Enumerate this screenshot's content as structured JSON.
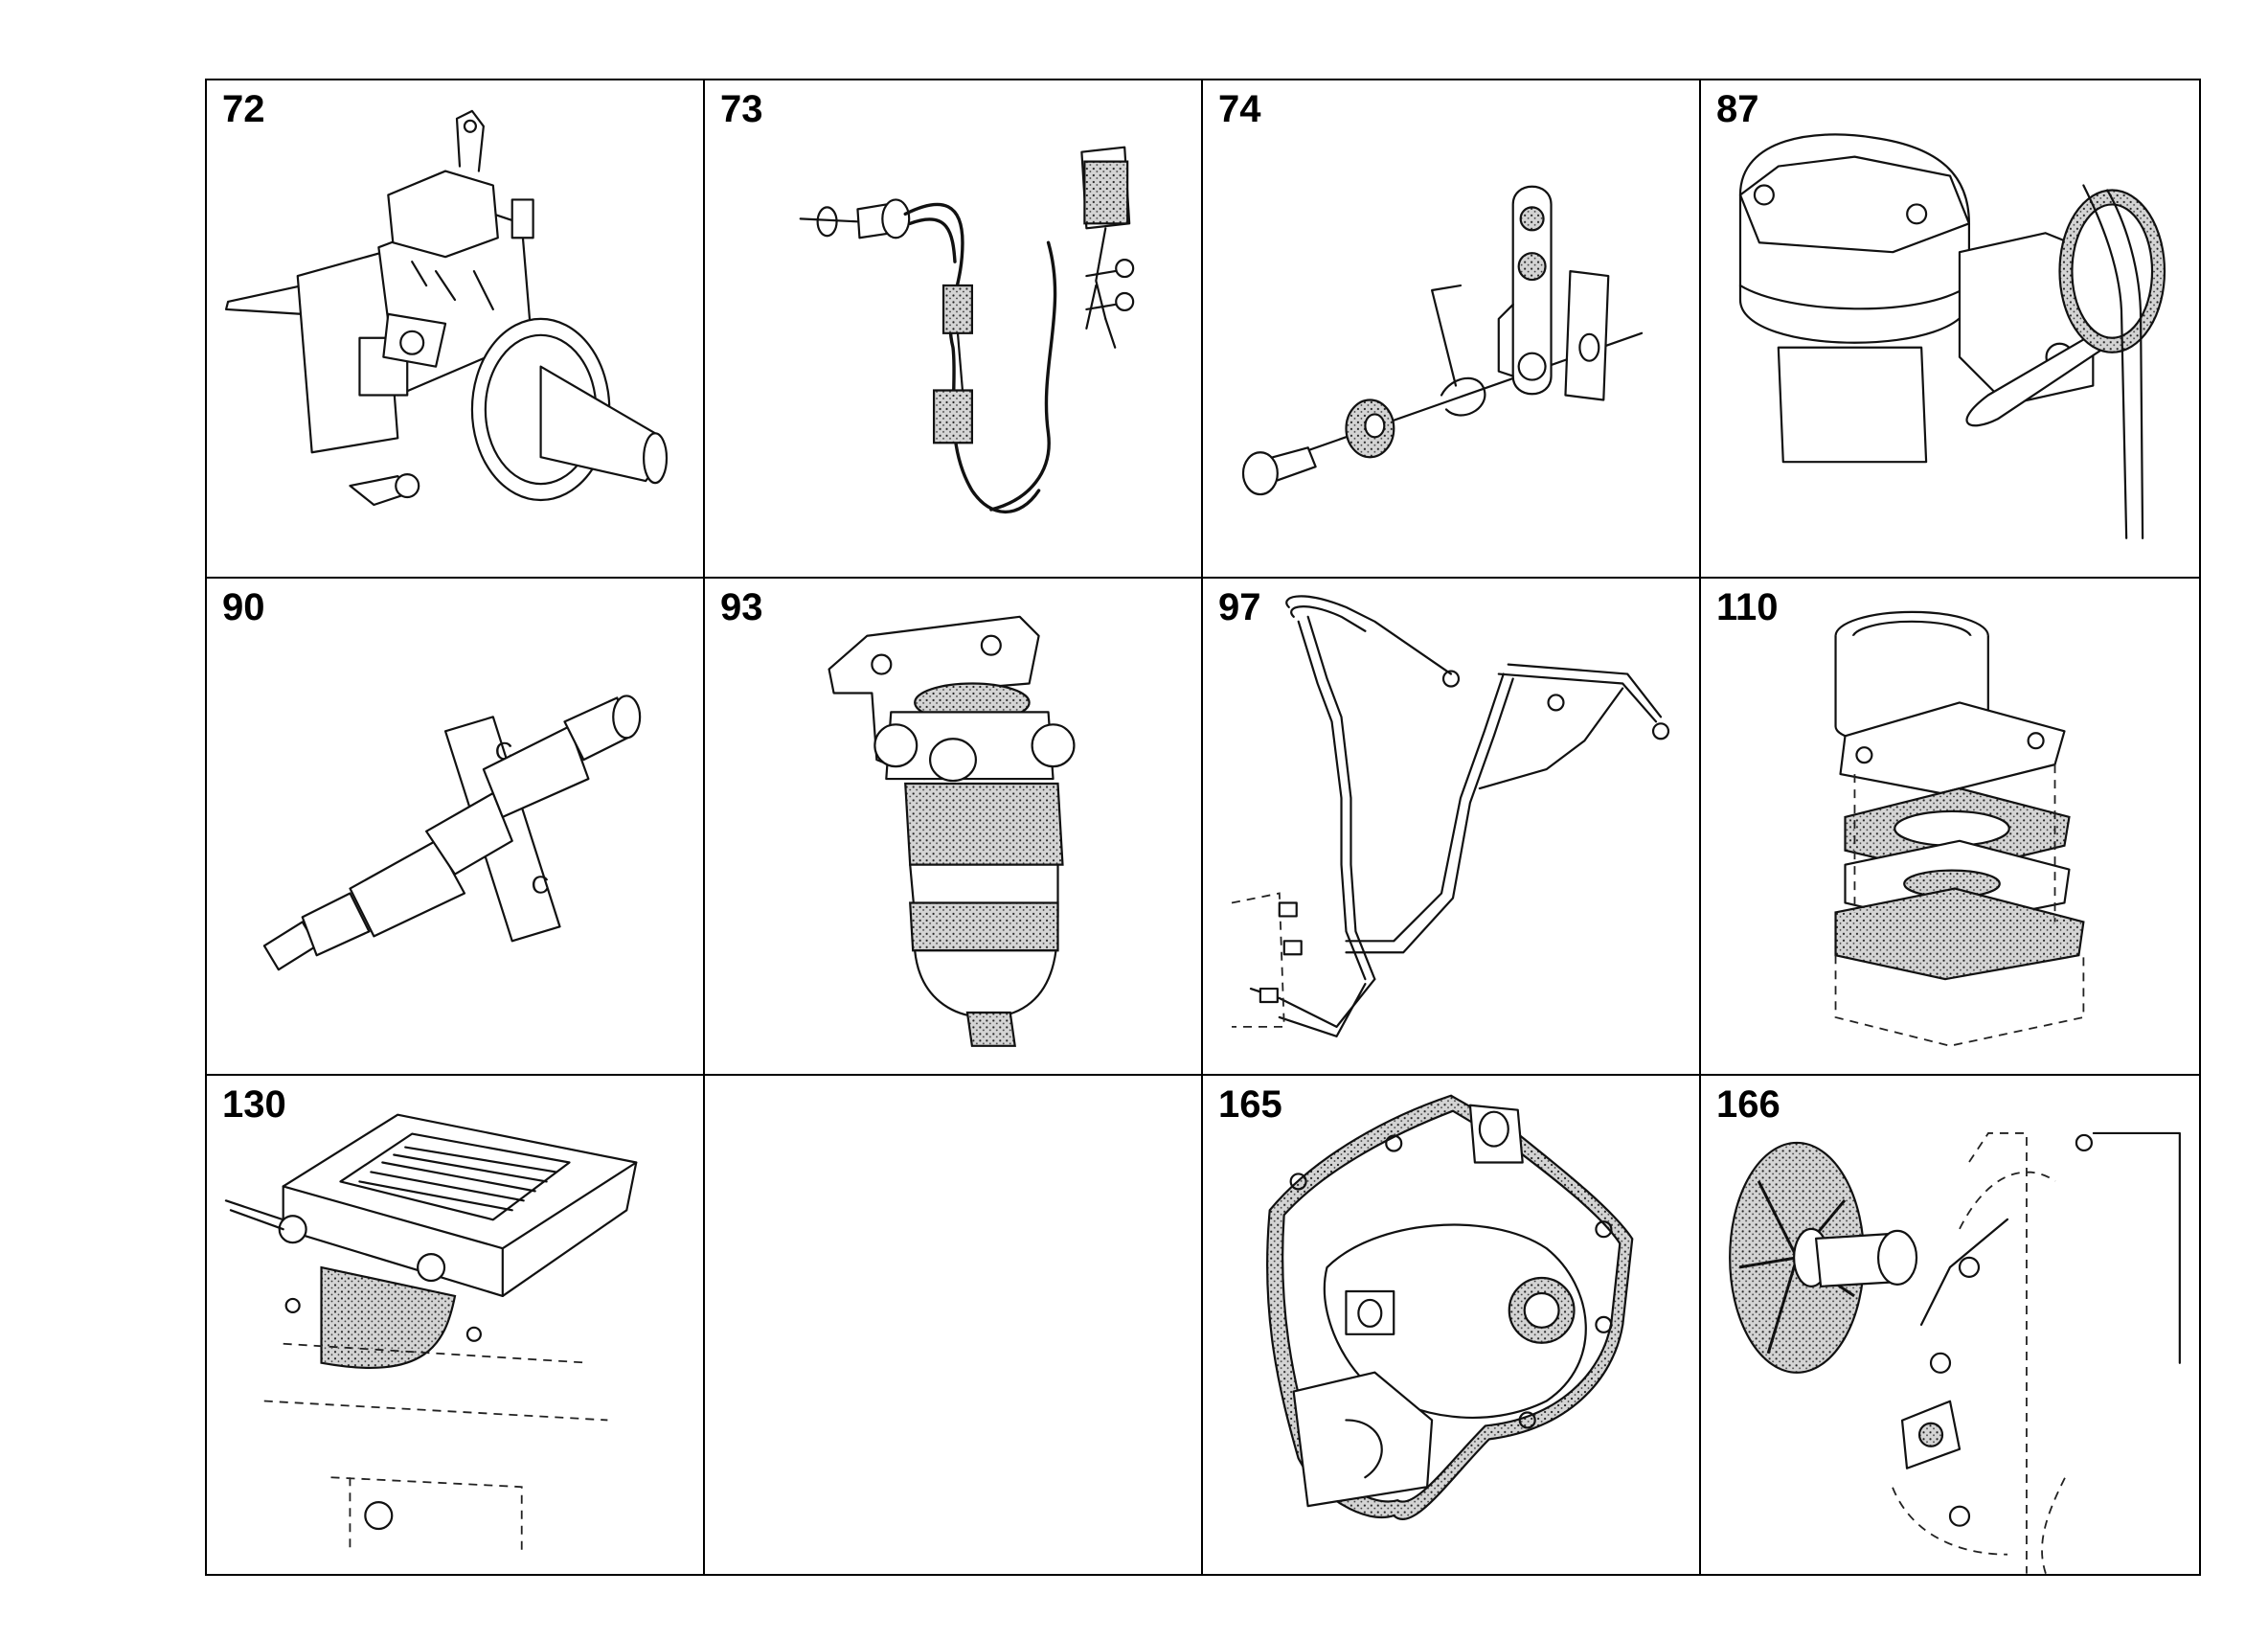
{
  "cells": [
    {
      "number": "72",
      "part": "fuel-injection-pump"
    },
    {
      "number": "73",
      "part": "sensor-wiring-harness"
    },
    {
      "number": "74",
      "part": "bracket-bolt-spring-kit"
    },
    {
      "number": "87",
      "part": "fuel-lift-pump"
    },
    {
      "number": "90",
      "part": "fuel-injector"
    },
    {
      "number": "93",
      "part": "fuel-filter-assembly"
    },
    {
      "number": "97",
      "part": "injector-pipes"
    },
    {
      "number": "110",
      "part": "thermostat-housing-gaskets"
    },
    {
      "number": "130",
      "part": "inlet-heater-gasket"
    },
    {
      "number": "",
      "part": "empty"
    },
    {
      "number": "165",
      "part": "water-pump-gasket"
    },
    {
      "number": "166",
      "part": "water-pump-impeller"
    }
  ]
}
